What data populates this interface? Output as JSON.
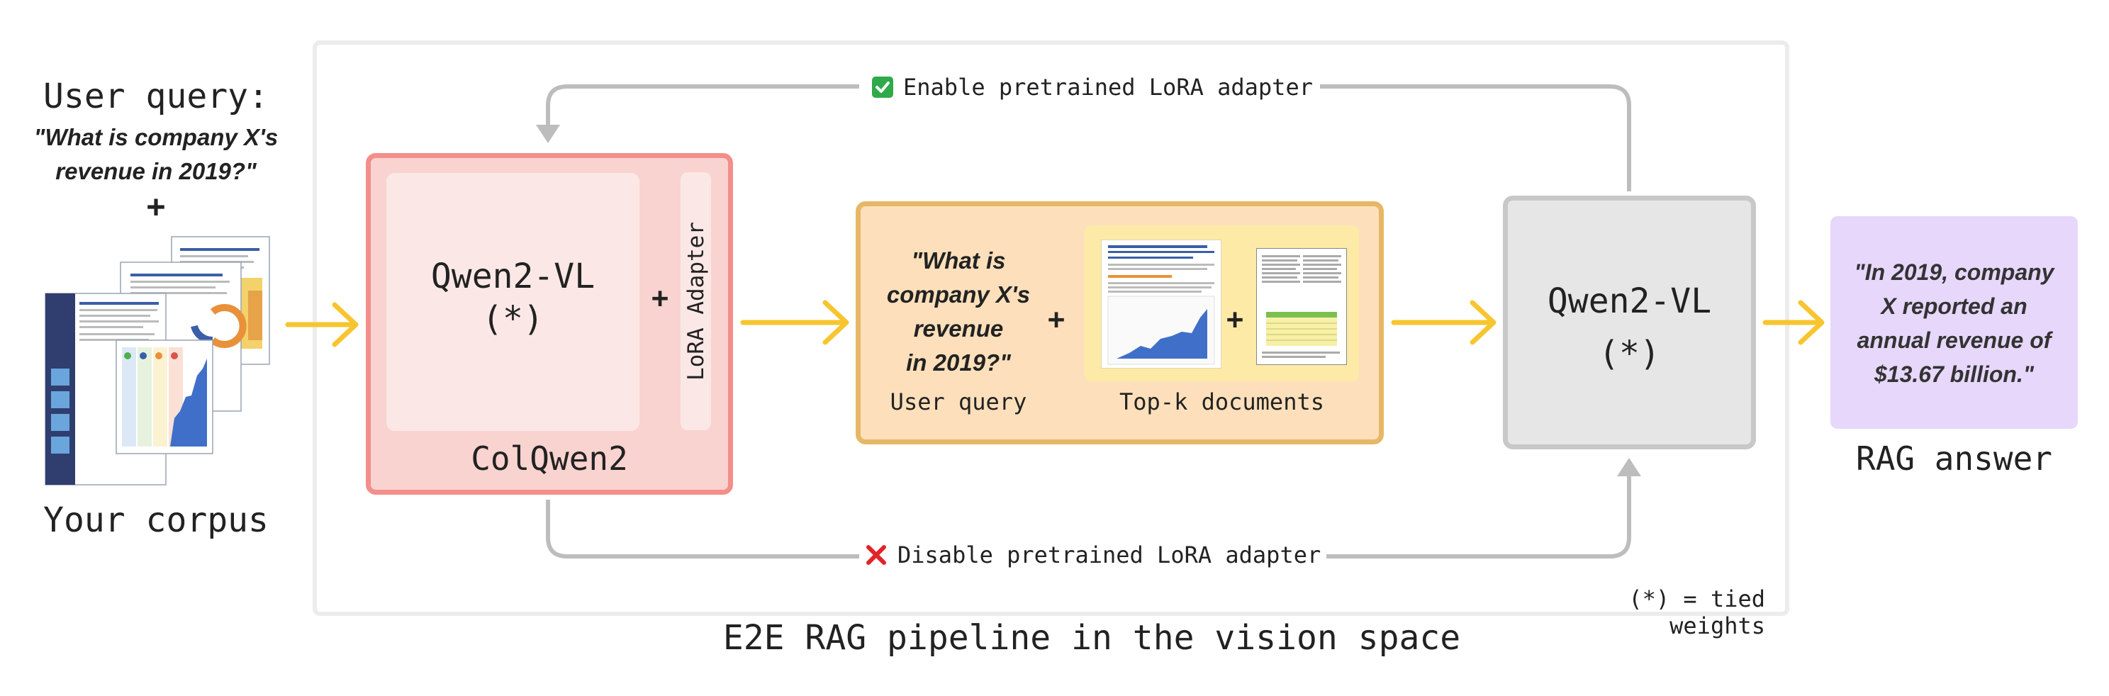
{
  "input": {
    "title": "User query:",
    "query_line1": "\"What is company X's",
    "query_line2": "revenue in 2019?\"",
    "plus": "+",
    "corpus_label": "Your corpus"
  },
  "colqwen": {
    "model_line1": "Qwen2-VL",
    "model_line2": "(*)",
    "plus": "+",
    "adapter_label": "LoRA Adapter",
    "label": "ColQwen2"
  },
  "top_loop": {
    "icon": "✅",
    "label": "Enable pretrained LoRA adapter"
  },
  "bottom_loop": {
    "icon": "❌",
    "label": "Disable pretrained LoRA adapter"
  },
  "context": {
    "query_line1": "\"What is",
    "query_line2": "company X's",
    "query_line3": "revenue",
    "query_line4": "in 2019?\"",
    "plus1": "+",
    "plus2": "+",
    "query_caption": "User query",
    "docs_caption": "Top-k documents"
  },
  "generator": {
    "model_line1": "Qwen2-VL",
    "model_line2": "(*)"
  },
  "answer": {
    "line1": "\"In 2019, company",
    "line2": "X reported an",
    "line3": "annual revenue of",
    "line4": "$13.67 billion.\"",
    "label": "RAG answer"
  },
  "footnote": "(*) = tied weights",
  "caption": "E2E RAG pipeline in the vision space",
  "colors": {
    "arrow": "#f7c52f",
    "loop": "#bdbdbd",
    "colqwen_fill": "#f9d3cf",
    "colqwen_border": "#f38e8a",
    "context_fill": "#fde0bb",
    "context_border": "#e6b766",
    "generator_fill": "#e6e6e6",
    "answer_fill": "#e6d7fb"
  }
}
